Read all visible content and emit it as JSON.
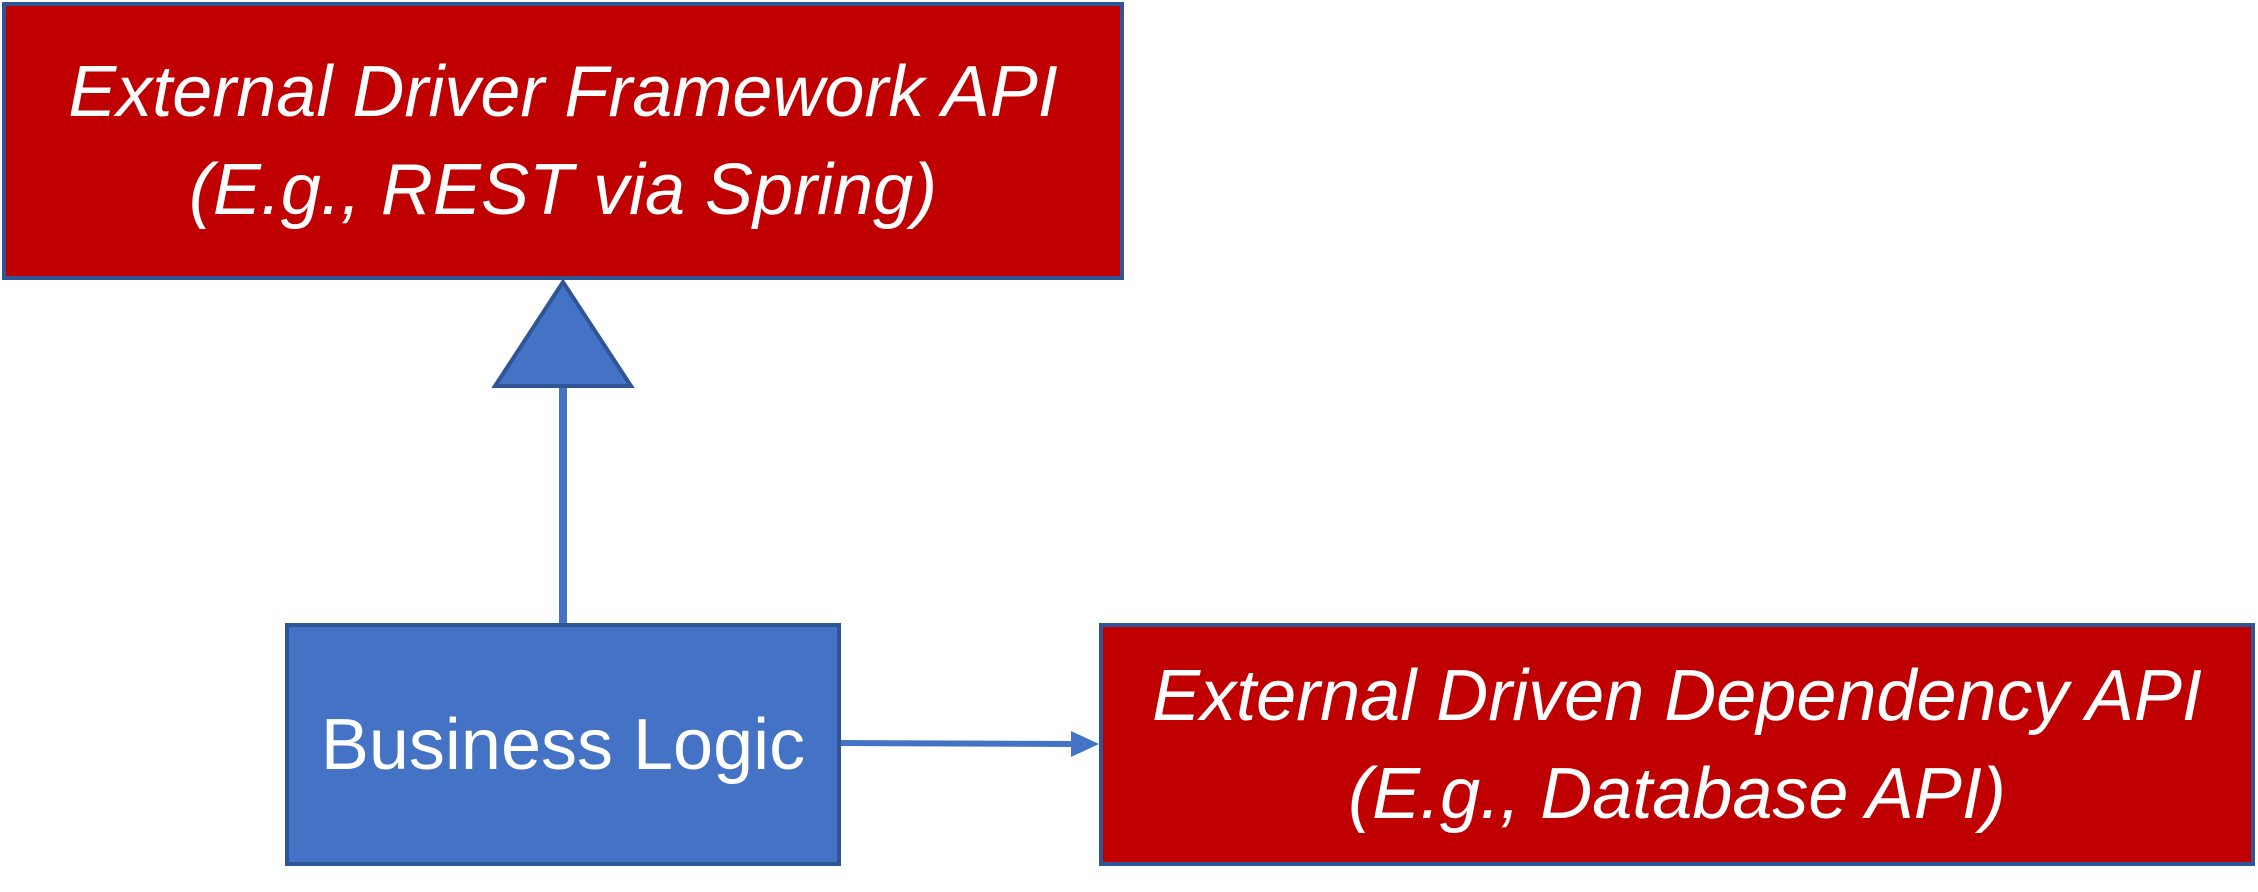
{
  "colors": {
    "external_fill": "#C00000",
    "logic_fill": "#4472C4",
    "outline": "#2F5597",
    "text": "#FFFFFF"
  },
  "framework_api": {
    "line1": "External Driver Framework API",
    "line2": "(E.g., REST via Spring)"
  },
  "business_logic": {
    "label": "Business Logic"
  },
  "dependency_api": {
    "line1": "External Driven Dependency API",
    "line2": "(E.g., Database API)"
  }
}
